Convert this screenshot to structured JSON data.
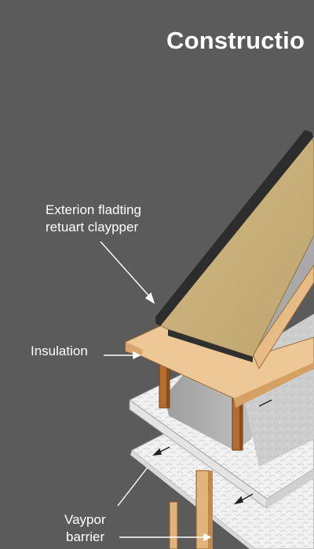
{
  "title": "Constructio",
  "labels": {
    "exterior_line1": "Exterion fladting",
    "exterior_line2": "retuart claypper",
    "insulation": "Insulation",
    "vapor_line1": "Vaypor",
    "vapor_line2": "barrier"
  },
  "colors": {
    "background": "#5b5b5b",
    "roof_sheathing": "#c9b07a",
    "roof_edge": "#2e2e2e",
    "wood_light": "#e8c08f",
    "wood_post": "#b0692f",
    "insulation_gray": "#cfcfcf",
    "vapor_white": "#f2f2f2",
    "label_text": "#ffffff"
  }
}
